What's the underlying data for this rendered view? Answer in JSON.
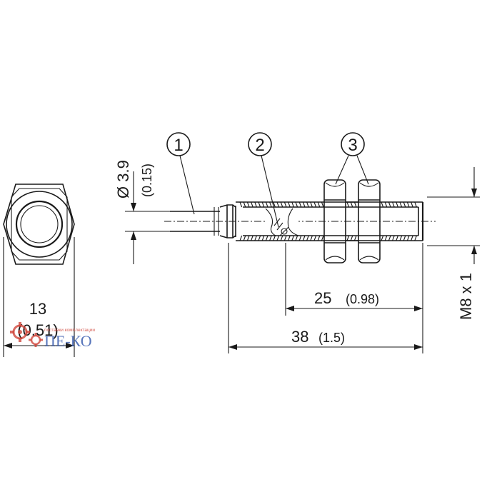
{
  "dimensions": {
    "hex_width": "13",
    "hex_width_inch": "(0.51)",
    "cable_diameter": "Ø 3.9",
    "cable_diameter_inch": "(0.15)",
    "thread_length": "25",
    "thread_length_inch": "(0.98)",
    "total_length": "38",
    "total_length_inch": "(1.5)",
    "thread_size": "M8 x 1"
  },
  "callouts": [
    "1",
    "2",
    "3"
  ],
  "watermark": {
    "brand": "ПЕ-КО",
    "tagline": "поставки комплектации",
    "colors": {
      "brand": "#3b5fb0",
      "gear": "#d0463b"
    }
  }
}
